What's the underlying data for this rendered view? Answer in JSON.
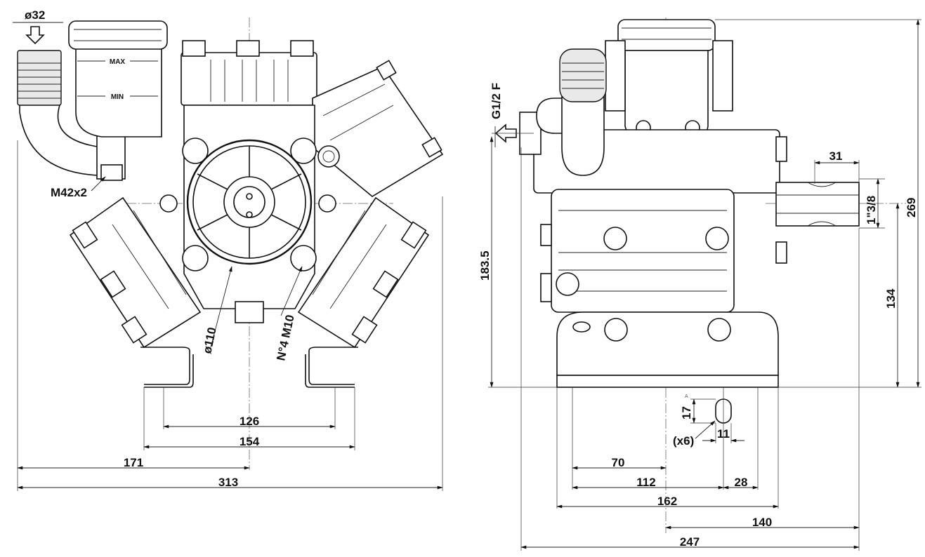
{
  "front_view": {
    "inlet_diameter": "ø32",
    "thread_label": "M42x2",
    "level_max": "MAX",
    "level_min": "MIN",
    "diameter_label": "ø110",
    "bolts_label": "N°4 M10",
    "dims": {
      "foot_inner": "126",
      "foot_outer": "154",
      "half_width": "171",
      "total_width": "313"
    }
  },
  "side_view": {
    "port_label": "G1/2 F",
    "dims": {
      "shaft_length": "31",
      "shaft_diameter": "1\"3/8",
      "total_height": "269",
      "base_height": "183.5",
      "shaft_height": "134",
      "slot_length": "17",
      "slot_width": "11",
      "slot_count": "(x6)",
      "slot_marker": "A",
      "hole_70": "70",
      "hole_112": "112",
      "hole_28": "28",
      "base_162": "162",
      "depth_140": "140",
      "total_depth": "247"
    }
  }
}
